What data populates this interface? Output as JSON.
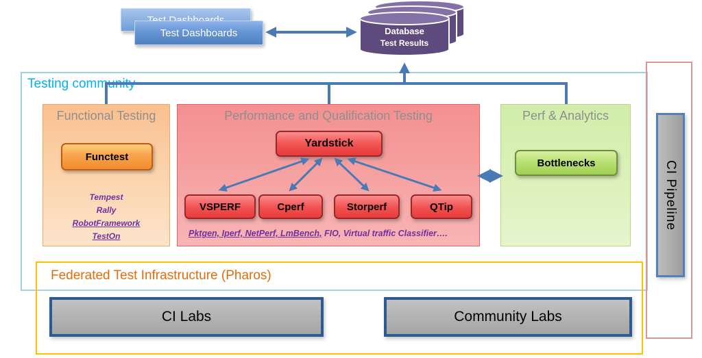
{
  "palette": {
    "arrow_blue": "#4a7ab5",
    "community_border": "#a5cfe0",
    "community_label": "#00b0f0",
    "federated_border": "#ffc000",
    "federated_label": "#e36c0a",
    "tools_purple": "#7030a0",
    "database_purple": "#5e4a7d",
    "pipeline_border": "#d99694"
  },
  "dashboards": {
    "back_label": "Test Dashboards",
    "front_label": "Test Dashboards"
  },
  "database": {
    "title": "Database",
    "subtitle": "Test Results"
  },
  "testing_community": {
    "label": "Testing community"
  },
  "functional": {
    "title": "Functional Testing",
    "button_label": "Functest",
    "tools": [
      "Tempest",
      "Rally",
      "RobotFramework",
      "TestOn"
    ]
  },
  "performance": {
    "title": "Performance and Qualification Testing",
    "main_button_label": "Yardstick",
    "sub_buttons": [
      "VSPERF",
      "Cperf",
      "Storperf",
      "QTip"
    ],
    "tools_underlined": "Pktgen, Iperf, NetPerf, LmBench,",
    "tools_rest": " FIO, Virtual traffic Classifier…."
  },
  "analytics": {
    "title": "Perf & Analytics",
    "button_label": "Bottlenecks"
  },
  "federated": {
    "title": "Federated Test Infrastructure (Pharos)",
    "ci_labs_label": "CI Labs",
    "community_labs_label": "Community Labs"
  },
  "ci_pipeline": {
    "label": "CI Pipeline"
  }
}
